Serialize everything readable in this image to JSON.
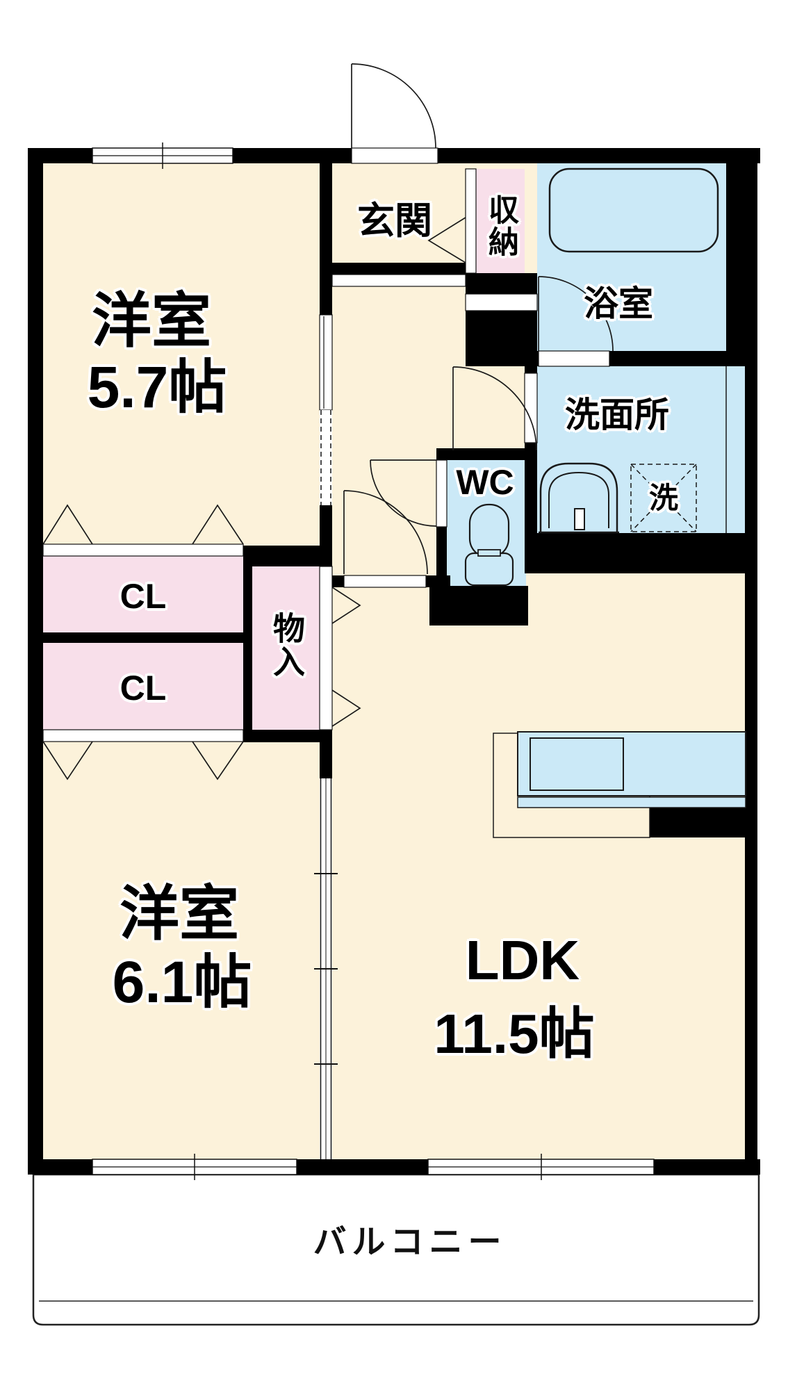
{
  "diagram_type": "apartment-floorplan",
  "rooms": {
    "bedroom1": {
      "label": "洋室",
      "size": "5.7帖"
    },
    "bedroom2": {
      "label": "洋室",
      "size": "6.1帖"
    },
    "ldk": {
      "label": "LDK",
      "size": "11.5帖"
    },
    "entrance": {
      "label": "玄関"
    },
    "shuno": {
      "label": "収納"
    },
    "bathroom": {
      "label": "浴室"
    },
    "washroom": {
      "label": "洗面所"
    },
    "wc": {
      "label": "WC"
    },
    "closet_upper": {
      "label": "CL"
    },
    "closet_lower": {
      "label": "CL"
    },
    "monoire": {
      "label": "物入"
    },
    "balcony": {
      "label": "バルコニー"
    }
  },
  "fixtures": {
    "washing_machine": {
      "label": "洗"
    },
    "bathtub": {
      "name": "bathtub"
    },
    "toilet": {
      "name": "toilet"
    },
    "sink": {
      "name": "vanity-sink"
    },
    "kitchen_counter": {
      "name": "kitchen-counter"
    }
  },
  "colors": {
    "room_floor": "#FCF2DA",
    "closet_pink": "#F8DFEA",
    "wet_area_blue": "#CBE9F7",
    "wall": "#000000",
    "balcony_bg": "#FFFFFF",
    "line": "#1A1A1A"
  }
}
